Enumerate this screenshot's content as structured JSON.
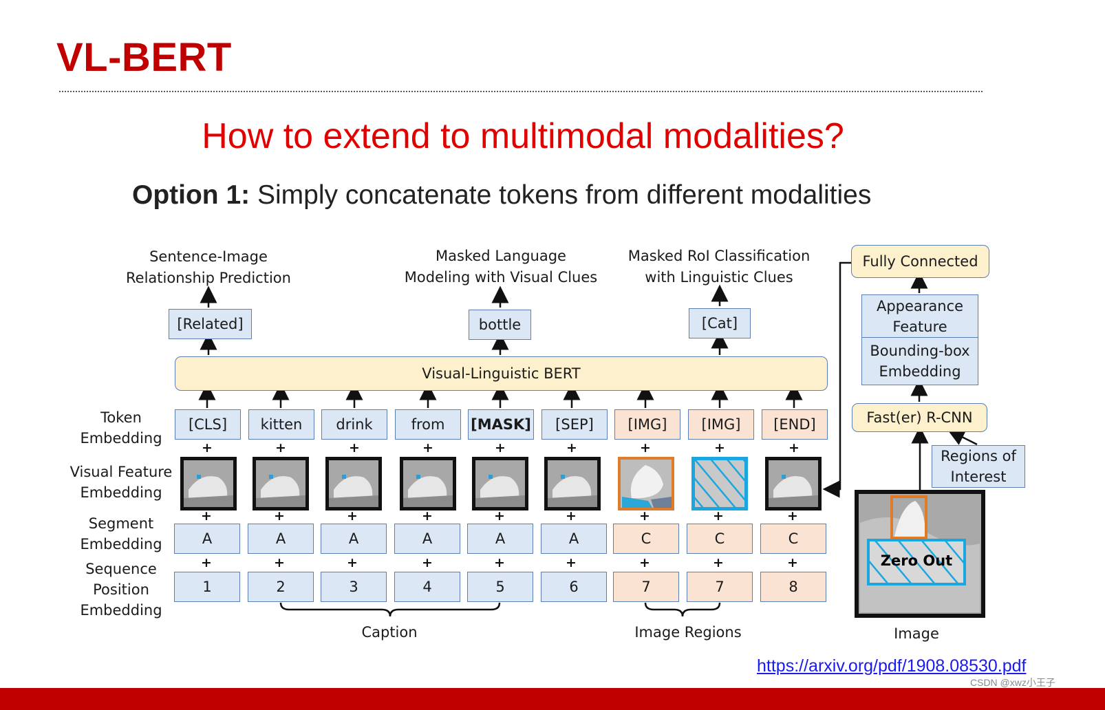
{
  "slide": {
    "title": "VL-BERT",
    "question": "How to extend to multimodal modalities?",
    "option_label": "Option 1:",
    "option_text": " Simply concatenate tokens from different modalities",
    "link": "https://arxiv.org/pdf/1908.08530.pdf",
    "watermark": "CSDN @xwz小王子"
  },
  "diagram": {
    "tasks": {
      "sip_line1": "Sentence-Image",
      "sip_line2": "Relationship Prediction",
      "mlm_line1": "Masked Language",
      "mlm_line2": "Modeling with Visual Clues",
      "mrc_line1": "Masked RoI Classification",
      "mrc_line2": "with Linguistic Clues"
    },
    "outputs": {
      "related": "[Related]",
      "bottle": "bottle",
      "cat": "[Cat]"
    },
    "bert_label": "Visual-Linguistic BERT",
    "row_labels": {
      "token_1": "Token",
      "token_2": "Embedding",
      "visual_1": "Visual Feature",
      "visual_2": "Embedding",
      "segment_1": "Segment",
      "segment_2": "Embedding",
      "position_1": "Sequence",
      "position_2": "Position",
      "position_3": "Embedding"
    },
    "tokens": [
      "[CLS]",
      "kitten",
      "drink",
      "from",
      "[MASK]",
      "[SEP]",
      "[IMG]",
      "[IMG]",
      "[END]"
    ],
    "segments": [
      "A",
      "A",
      "A",
      "A",
      "A",
      "A",
      "C",
      "C",
      "C"
    ],
    "positions": [
      "1",
      "2",
      "3",
      "4",
      "5",
      "6",
      "7",
      "7",
      "8"
    ],
    "plus_sign": "+",
    "caption_label": "Caption",
    "image_regions_label": "Image Regions",
    "right_panel": {
      "fully_connected": "Fully Connected",
      "appearance_1": "Appearance",
      "appearance_2": "Feature",
      "bbox_1": "Bounding-box",
      "bbox_2": "Embedding",
      "rcnn": "Fast(er) R-CNN",
      "roi_1": "Regions of",
      "roi_2": "Interest",
      "zero_out": "Zero Out",
      "image_label": "Image"
    },
    "colors": {
      "blue_box": "#dbe7f5",
      "peach_box": "#fbe3d4",
      "yellow_box": "#fdf0cc",
      "orange_region": "#e07b2a",
      "cyan_region": "#1aa7e0"
    }
  }
}
